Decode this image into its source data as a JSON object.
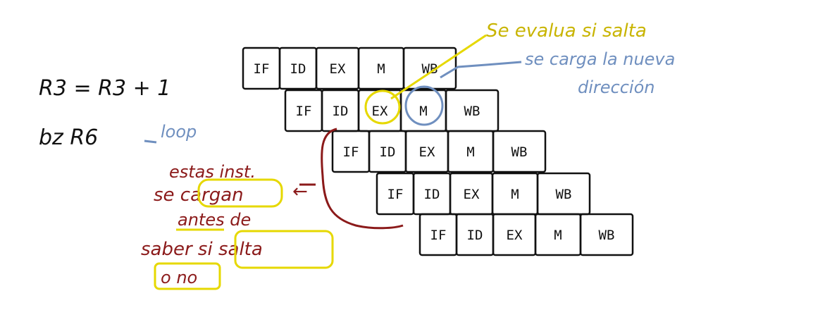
{
  "equations": {
    "line1": "R3 = R3 + 1",
    "line2": "bz R6",
    "line2_target": "loop"
  },
  "pipeline": {
    "stages": [
      "IF",
      "ID",
      "EX",
      "M",
      "WB"
    ]
  },
  "annotations": {
    "yellow_top": "Se evalua si salta",
    "blue_top_line1": "se carga la nueva",
    "blue_top_line2": "dirección",
    "maroon_lines": [
      "estas inst.",
      "se cargan",
      "antes de",
      "saber si salta",
      "o no"
    ],
    "maroon_arrow": "←"
  },
  "colors": {
    "ink": "#111111",
    "yellow": "#e6d800",
    "blue": "#6f8fbf",
    "maroon": "#8b1a1a"
  }
}
